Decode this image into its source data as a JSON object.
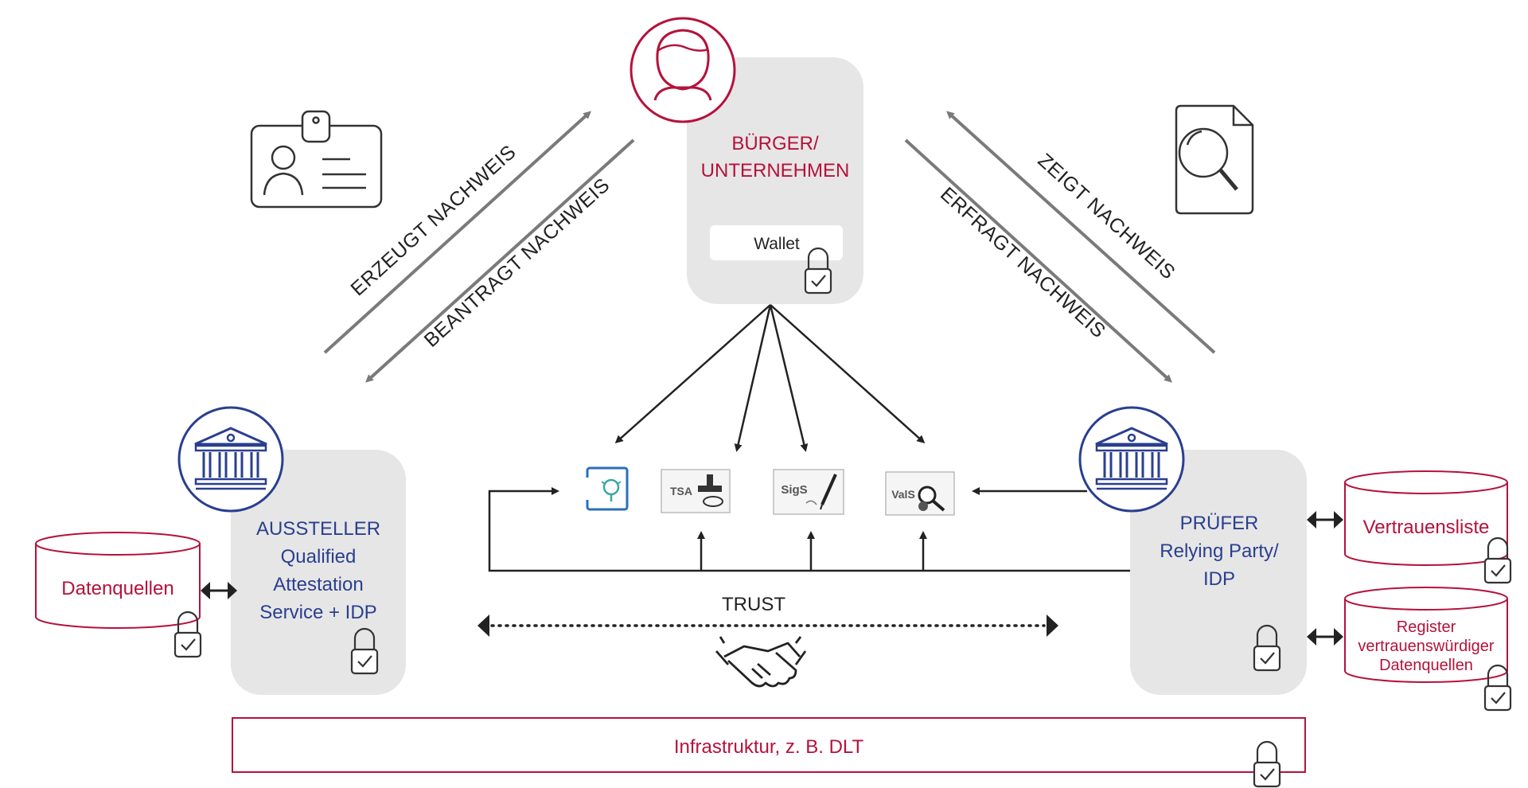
{
  "colors": {
    "red": "#b5123b",
    "blue": "#2a3f8f",
    "grey_box": "#e6e6e6",
    "arrow_grey": "#7a7a7a",
    "line_dark": "#222222"
  },
  "citizen": {
    "line1": "BÜRGER/",
    "line2": "UNTERNEHMEN",
    "wallet": "Wallet",
    "icon": "person-icon"
  },
  "issuer": {
    "line1": "AUSSTELLER",
    "line2": "Qualified",
    "line3": "Attestation",
    "line4": "Service + IDP",
    "icon": "bank-icon"
  },
  "verifier": {
    "line1": "PRÜFER",
    "line2": "Relying Party/",
    "line3": "IDP",
    "icon": "bank-icon"
  },
  "arrows": {
    "creates": "ERZEUGT NACHWEIS",
    "requests": "BEANTRAGT NACHWEIS",
    "shows": "ZEIGT NACHWEIS",
    "asks": "ERFRAGT NACHWEIS"
  },
  "datasources": {
    "data_sources": "Datenquellen",
    "trust_list": "Vertrauensliste",
    "register_line1": "Register",
    "register_line2": "vertrauenswürdiger",
    "register_line3": "Datenquellen"
  },
  "services": {
    "tsa": "TSA",
    "sigs": "SigS",
    "vals": "ValS"
  },
  "trust": {
    "label": "TRUST",
    "icon": "handshake-icon"
  },
  "infrastructure": {
    "label": "Infrastruktur, z. B. DLT"
  }
}
